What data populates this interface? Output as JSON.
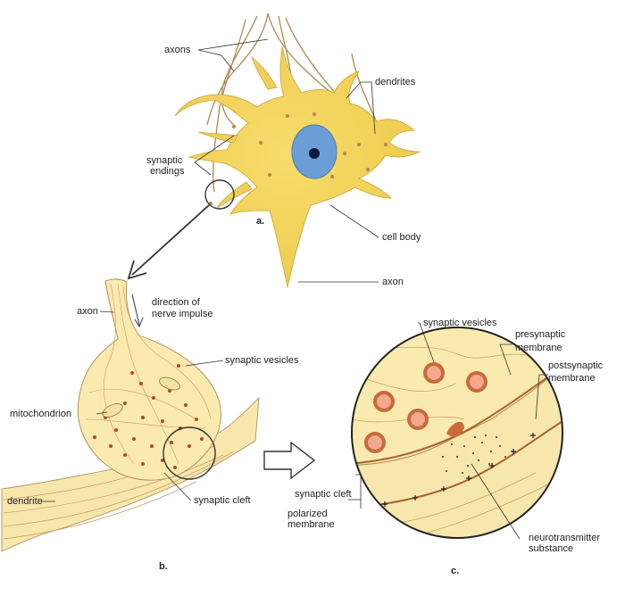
{
  "panels": {
    "a": "a.",
    "b": "b.",
    "c": "c."
  },
  "labels": {
    "axons": "axons",
    "dendrites": "dendrites",
    "synaptic_endings_1": "synaptic",
    "synaptic_endings_2": "endings",
    "cell_body": "cell body",
    "axon_a": "axon",
    "axon_b": "axon",
    "direction_1": "direction of",
    "direction_2": "nerve impulse",
    "synaptic_vesicles_b": "synaptic vesicles",
    "mitochondrion": "mitochondrion",
    "dendrite": "dendrite",
    "synaptic_cleft_b": "synaptic cleft",
    "synaptic_vesicles_c": "synaptic vesicles",
    "presynaptic_1": "presynaptic",
    "presynaptic_2": "membrane",
    "postsynaptic_1": "postsynaptic",
    "postsynaptic_2": "membrane",
    "synaptic_cleft_c": "synaptic cleft",
    "polarized_1": "polarized",
    "polarized_2": "membrane",
    "neurotransmitter_1": "neurotransmitter",
    "neurotransmitter_2": "substance"
  },
  "colors": {
    "cytoplasm": "#f2d35a",
    "nucleus": "#6b9ed6",
    "nucleolus": "#0d1a3a",
    "fiber": "#b08850",
    "terminal": "#fbeab0",
    "vesicle": "#c86a3a",
    "vesicle_inner": "#f4a890",
    "line": "#333333"
  }
}
